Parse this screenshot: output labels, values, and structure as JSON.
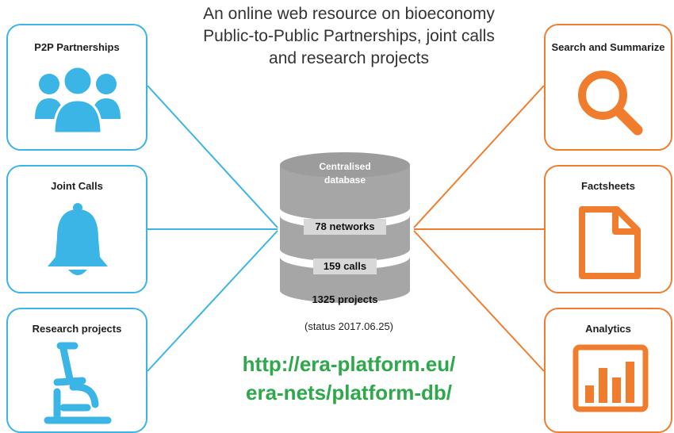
{
  "title": {
    "line1": "An online web resource on bioeconomy",
    "line2": "Public-to-Public Partnerships, joint calls",
    "line3": "and research projects"
  },
  "left_cards": [
    {
      "label": "P2P Partnerships",
      "icon": "people-group-icon"
    },
    {
      "label": "Joint Calls",
      "icon": "bell-icon"
    },
    {
      "label": "Research projects",
      "icon": "microscope-icon"
    }
  ],
  "right_cards": [
    {
      "label": "Search and Summarize",
      "icon": "magnifier-icon"
    },
    {
      "label": "Factsheets",
      "icon": "document-icon"
    },
    {
      "label": "Analytics",
      "icon": "bar-chart-icon"
    }
  ],
  "database": {
    "title_line1": "Centralised",
    "title_line2": "database",
    "stats": [
      "78 networks",
      "159 calls",
      "1325 projects"
    ],
    "status": "(status 2017.06.25)"
  },
  "url": {
    "line1": "http://era-platform.eu/",
    "line2": "era-nets/platform-db/"
  },
  "colors": {
    "left_accent": "#3bb4e6",
    "right_accent": "#f07d2e",
    "url_green": "#2da84a",
    "database_gray": "#a6a6a6"
  }
}
